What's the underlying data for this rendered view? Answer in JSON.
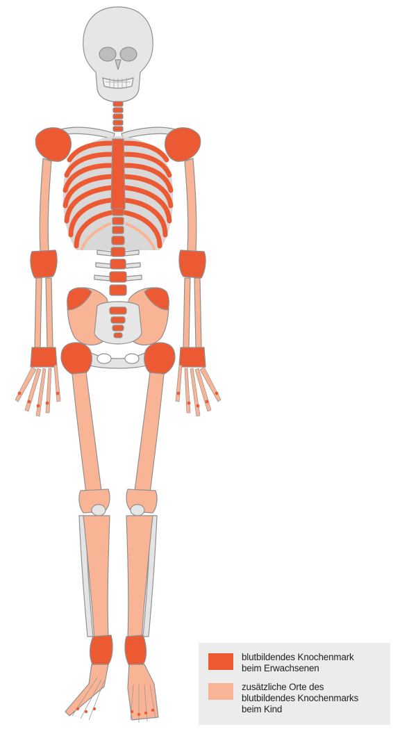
{
  "colors": {
    "adult_marrow": "#ec5a33",
    "child_marrow": "#f8b494",
    "bone": "#e4e4e4",
    "bone_outline": "#9a9a9a"
  },
  "legend": [
    {
      "lines": [
        "blutbildendes Knochenmark",
        "beim Erwachsenen"
      ],
      "color": "#ec5a33"
    },
    {
      "lines": [
        "zusätzliche Orte des",
        "blutbildendes Knochenmarks",
        "beim Kind"
      ],
      "color": "#f8b494"
    }
  ]
}
